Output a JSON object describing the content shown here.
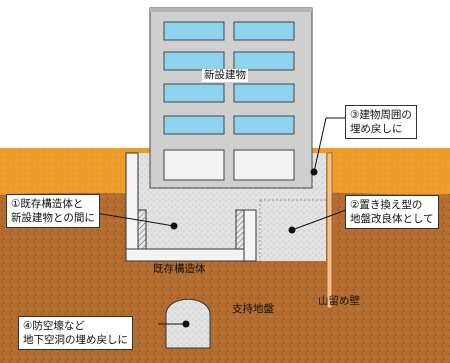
{
  "labels": {
    "new_building": "新設建物",
    "backfill_around_building": "③建物周囲の\n埋め戻しに",
    "between_existing_and_new": "①既存構造体と\n新設建物との間に",
    "ground_improvement": "②置き換え型の\n地盤改良体として",
    "existing_structure": "既存構造体",
    "bearing_ground": "支持地盤",
    "retaining_wall": "山留め壁",
    "underground_cavity": "④防空壕など\n地下空洞の埋め戻しに"
  },
  "colors": {
    "sky": "#ffffff",
    "topsoil": "#ef9d2c",
    "bearing_soil": "#b06a30",
    "fill_concrete": "#e2e2e2",
    "building_body": "#cccccc",
    "window_glass": "#8fd4ee",
    "retaining_wall": "#f4c08a"
  }
}
